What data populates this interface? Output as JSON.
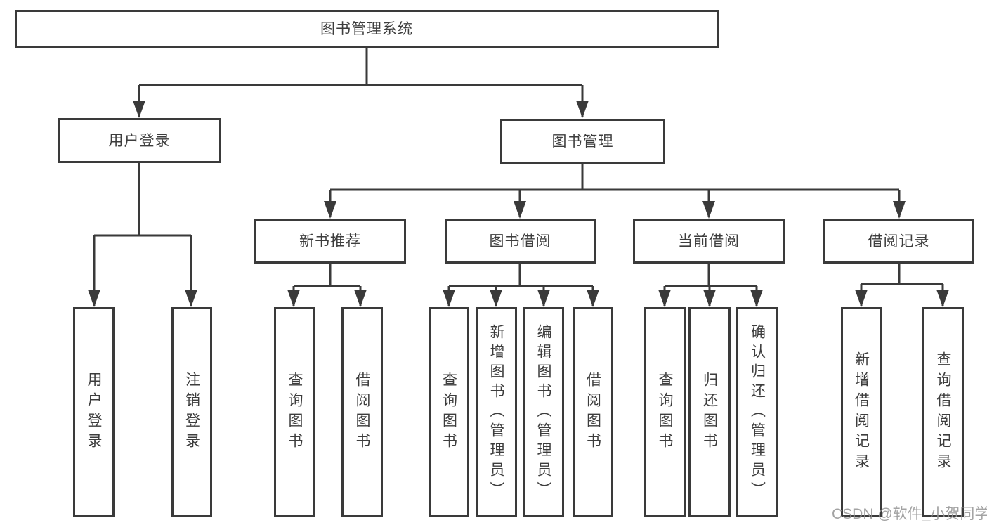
{
  "diagram": {
    "title": "图书管理系统",
    "branches": [
      {
        "label": "用户登录",
        "children": [
          {
            "label": "用户登录"
          },
          {
            "label": "注销登录"
          }
        ]
      },
      {
        "label": "图书管理",
        "groups": [
          {
            "label": "新书推荐",
            "children": [
              {
                "label": "查询图书"
              },
              {
                "label": "借阅图书"
              }
            ]
          },
          {
            "label": "图书借阅",
            "children": [
              {
                "label": "查询图书"
              },
              {
                "label": "新增图书（管理员）"
              },
              {
                "label": "编辑图书（管理员）"
              },
              {
                "label": "借阅图书"
              }
            ]
          },
          {
            "label": "当前借阅",
            "children": [
              {
                "label": "查询图书"
              },
              {
                "label": "归还图书"
              },
              {
                "label": "确认归还（管理员）"
              }
            ]
          },
          {
            "label": "借阅记录",
            "children": [
              {
                "label": "新增借阅记录"
              },
              {
                "label": "查询借阅记录"
              }
            ]
          }
        ]
      }
    ],
    "line_color": "#3a3a3a",
    "watermark": "CSDN @软件_小贺同学"
  }
}
